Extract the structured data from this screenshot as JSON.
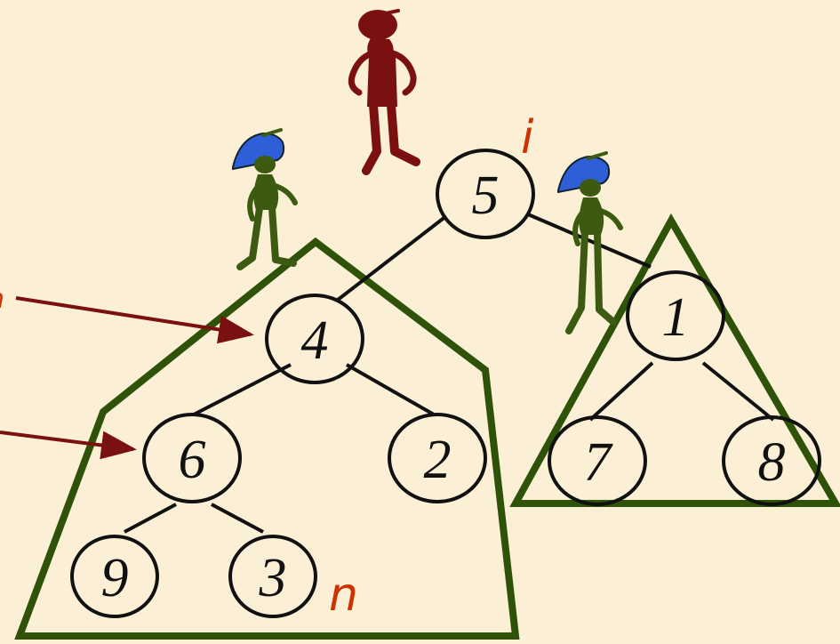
{
  "tree": {
    "nodes": [
      {
        "id": "root",
        "label": "5"
      },
      {
        "id": "left",
        "label": "4"
      },
      {
        "id": "right",
        "label": "1"
      },
      {
        "id": "left-left",
        "label": "6"
      },
      {
        "id": "left-right",
        "label": "2"
      },
      {
        "id": "right-left",
        "label": "7"
      },
      {
        "id": "right-right",
        "label": "8"
      },
      {
        "id": "left-left-left",
        "label": "9"
      },
      {
        "id": "left-left-right",
        "label": "3"
      }
    ],
    "edges": [
      [
        "root",
        "left"
      ],
      [
        "root",
        "right"
      ],
      [
        "left",
        "left-left"
      ],
      [
        "left",
        "left-right"
      ],
      [
        "right",
        "right-left"
      ],
      [
        "right",
        "right-right"
      ],
      [
        "left-left",
        "left-left-left"
      ],
      [
        "left-left",
        "left-left-right"
      ]
    ]
  },
  "annotations": {
    "i_label": "i",
    "n_label": "n",
    "partial_label": "n"
  },
  "icons": {
    "top_figure": "red-person-icon",
    "left_figure": "green-pirate-icon",
    "right_figure": "green-pirate-icon"
  },
  "colors": {
    "background": "#fbf0d6",
    "outline": "#2f5209",
    "edge": "#111111",
    "arrow": "#7a1010",
    "annotation": "#cc3300",
    "person": "#7a1010",
    "pirate": "#3c5a10",
    "hat": "#2f5fd6"
  }
}
